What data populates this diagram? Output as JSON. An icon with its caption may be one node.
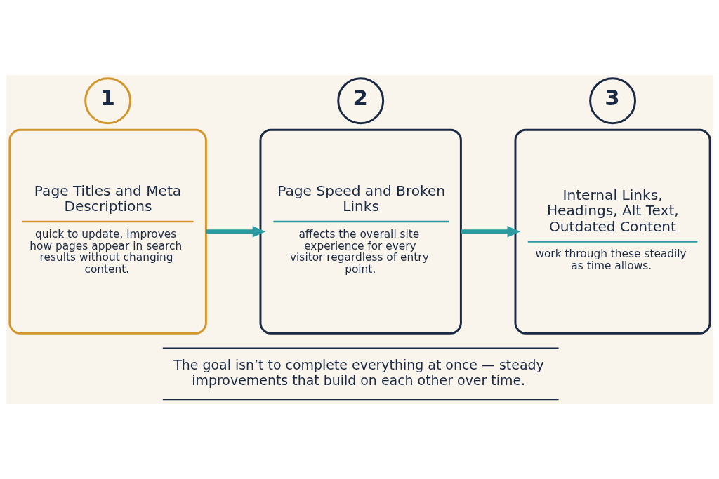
{
  "diagram": {
    "nodes": [
      {
        "text": [
          "1"
        ]
      },
      {
        "text": [
          "Page Titles and Meta Descriptions",
          "quick to update, improves how pages appear in search results without changing content."
        ]
      },
      {
        "text": [
          "2"
        ]
      },
      {
        "text": [
          "Page Speed and Broken Links",
          "affects the overall site experience for every visitor regardless of entry point."
        ]
      },
      {
        "text": [
          "3"
        ]
      },
      {
        "text": [
          "Internal Links, Headings, Alt Text, Outdated Content",
          "work through these steadily as time allows."
        ]
      }
    ],
    "edges": [
      {
        "from": 1,
        "to": 3,
        "arrow": "to"
      },
      {
        "from": 3,
        "to": 5,
        "arrow": "to"
      }
    ],
    "labels": [
      "The goal isn’t to complete everything at once — steady improvements that build on each other over time."
    ]
  }
}
